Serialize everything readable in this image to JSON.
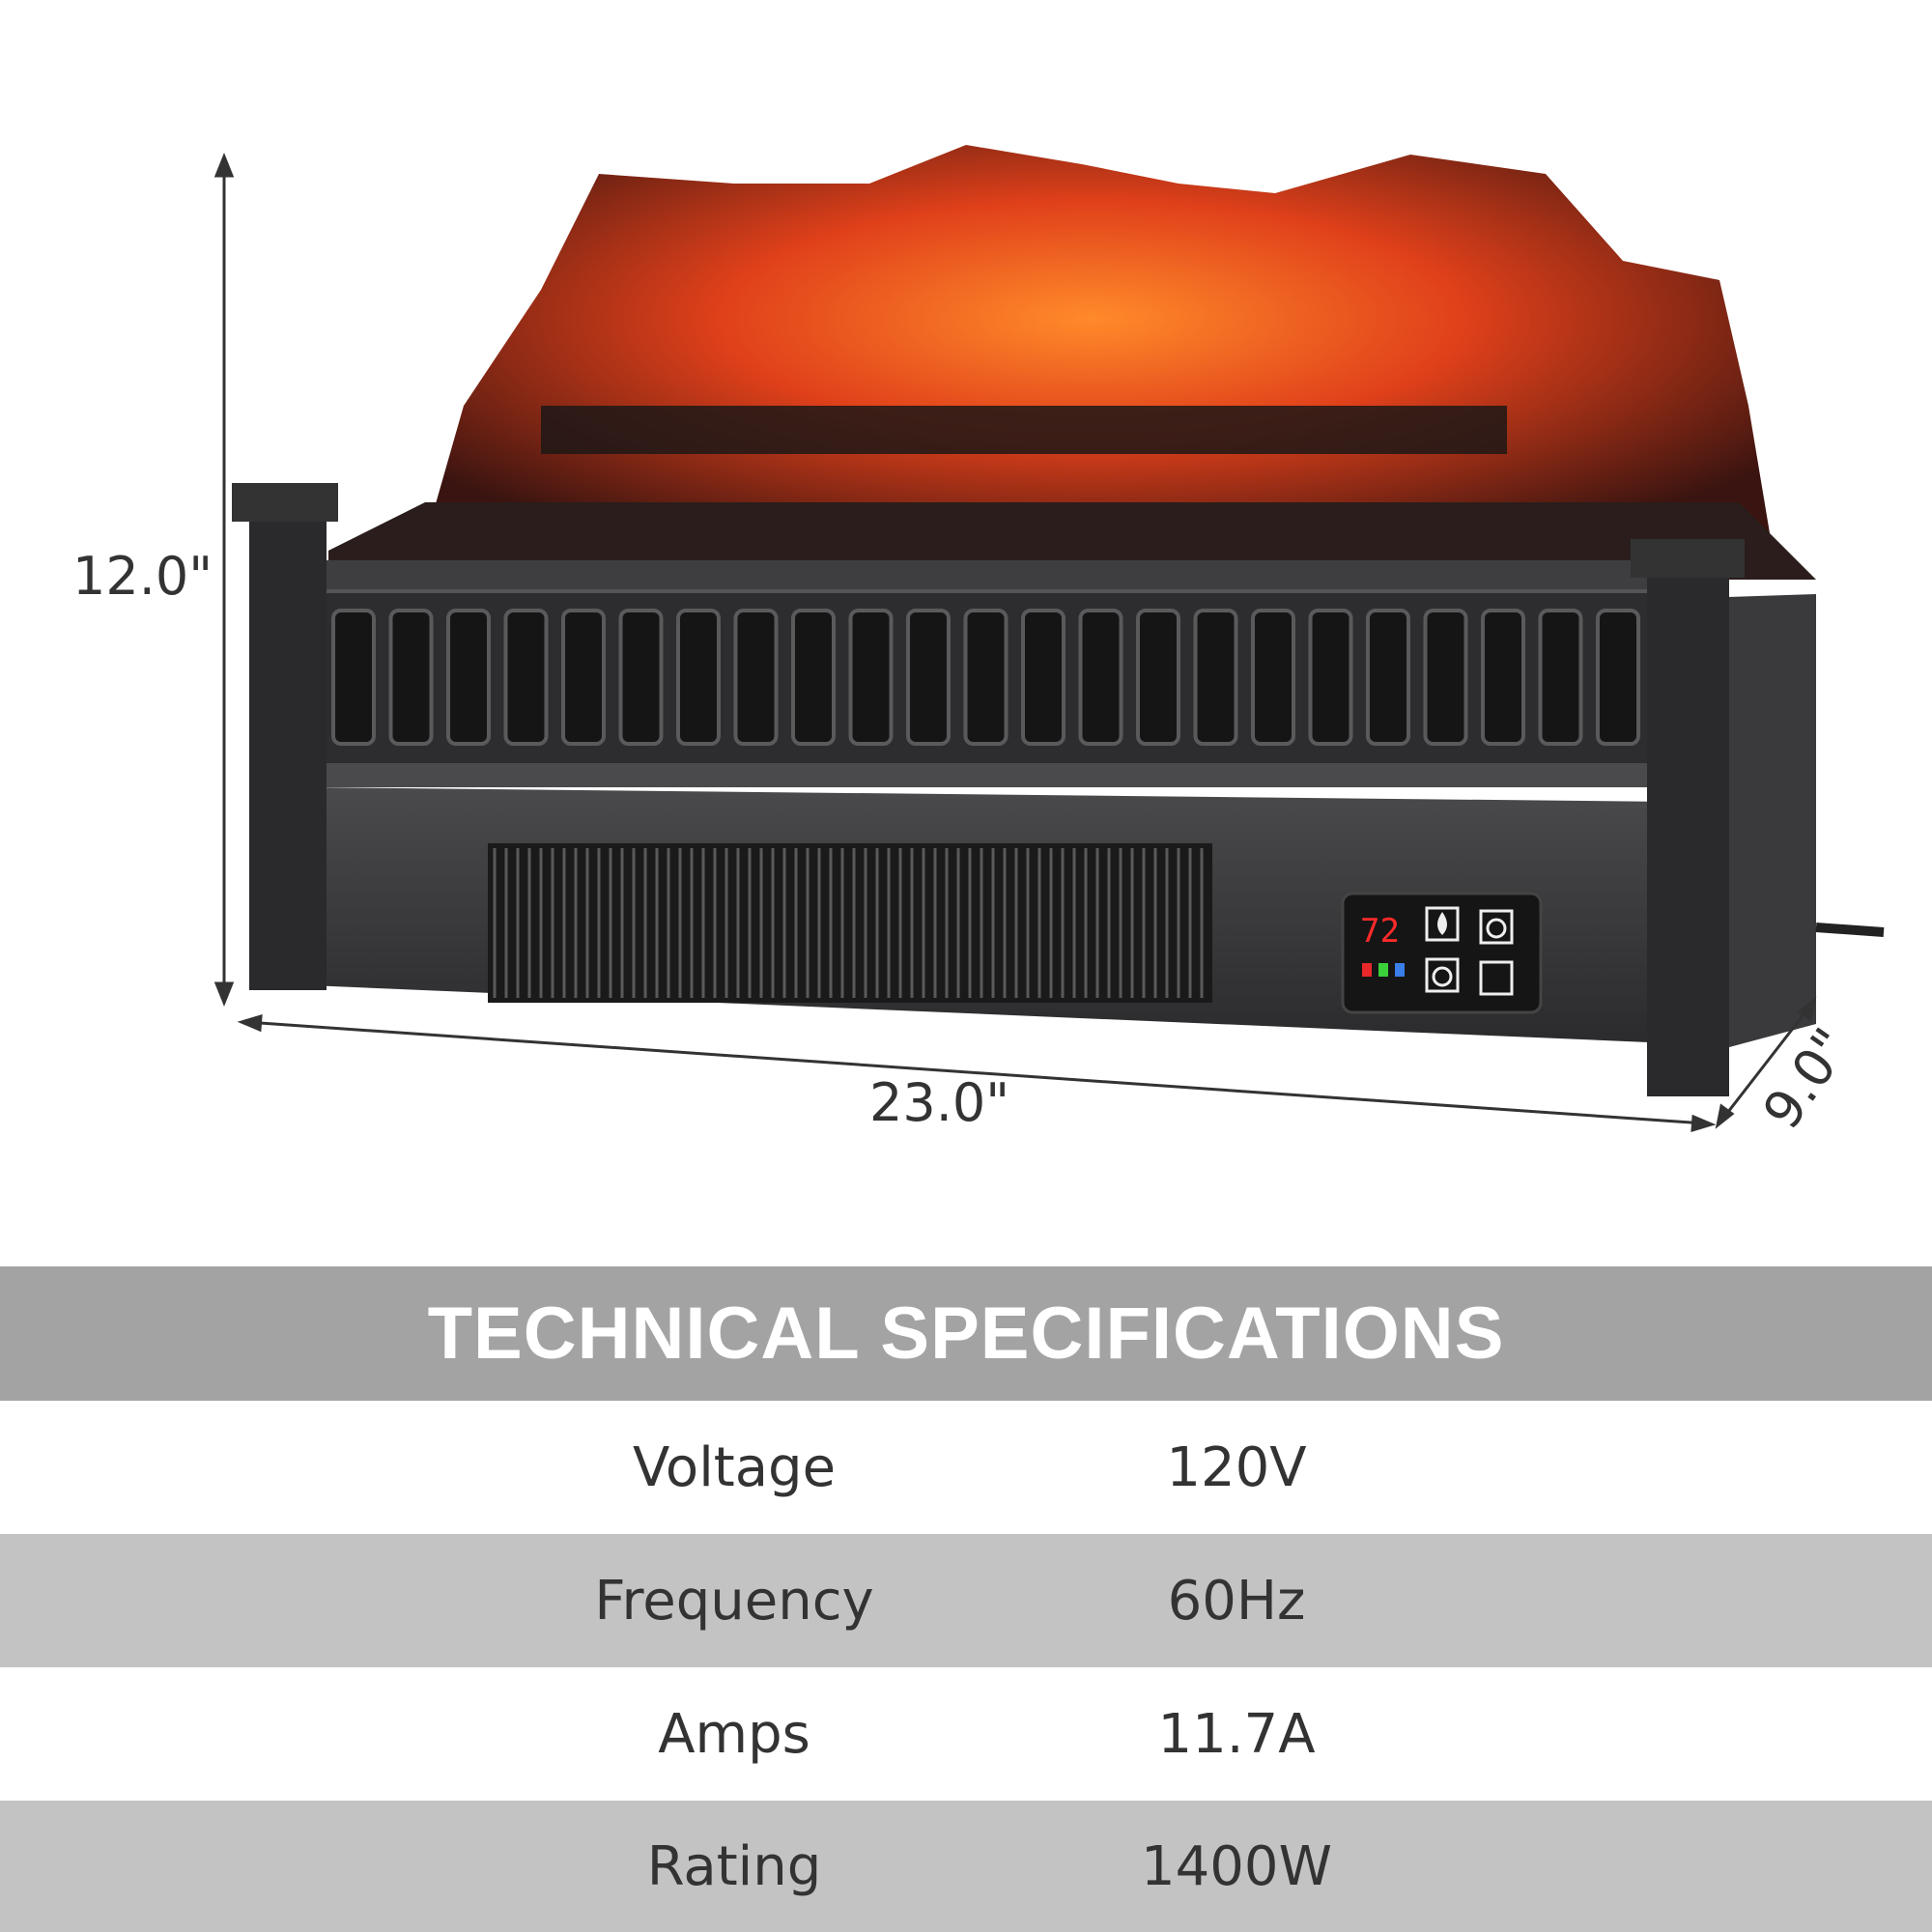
{
  "dimensions": {
    "height": "12.0\"",
    "width": "23.0\"",
    "depth": "9.0\""
  },
  "control_panel": {
    "display_value": "72",
    "icons": [
      "flame-icon",
      "power-icon",
      "timer-icon",
      "thermometer-icon"
    ],
    "indicator_colors": [
      "#e8282a",
      "#3ad13a",
      "#3a7ee8"
    ]
  },
  "specs": {
    "title": "TECHNICAL SPECIFICATIONS",
    "rows": [
      {
        "label": "Voltage",
        "value": "120V"
      },
      {
        "label": "Frequency",
        "value": "60Hz"
      },
      {
        "label": "Amps",
        "value": "11.7A"
      },
      {
        "label": "Rating",
        "value": "1400W"
      }
    ]
  },
  "colors": {
    "header_bg": "#a3a3a3",
    "alt_row_bg": "#c3c3c3"
  }
}
